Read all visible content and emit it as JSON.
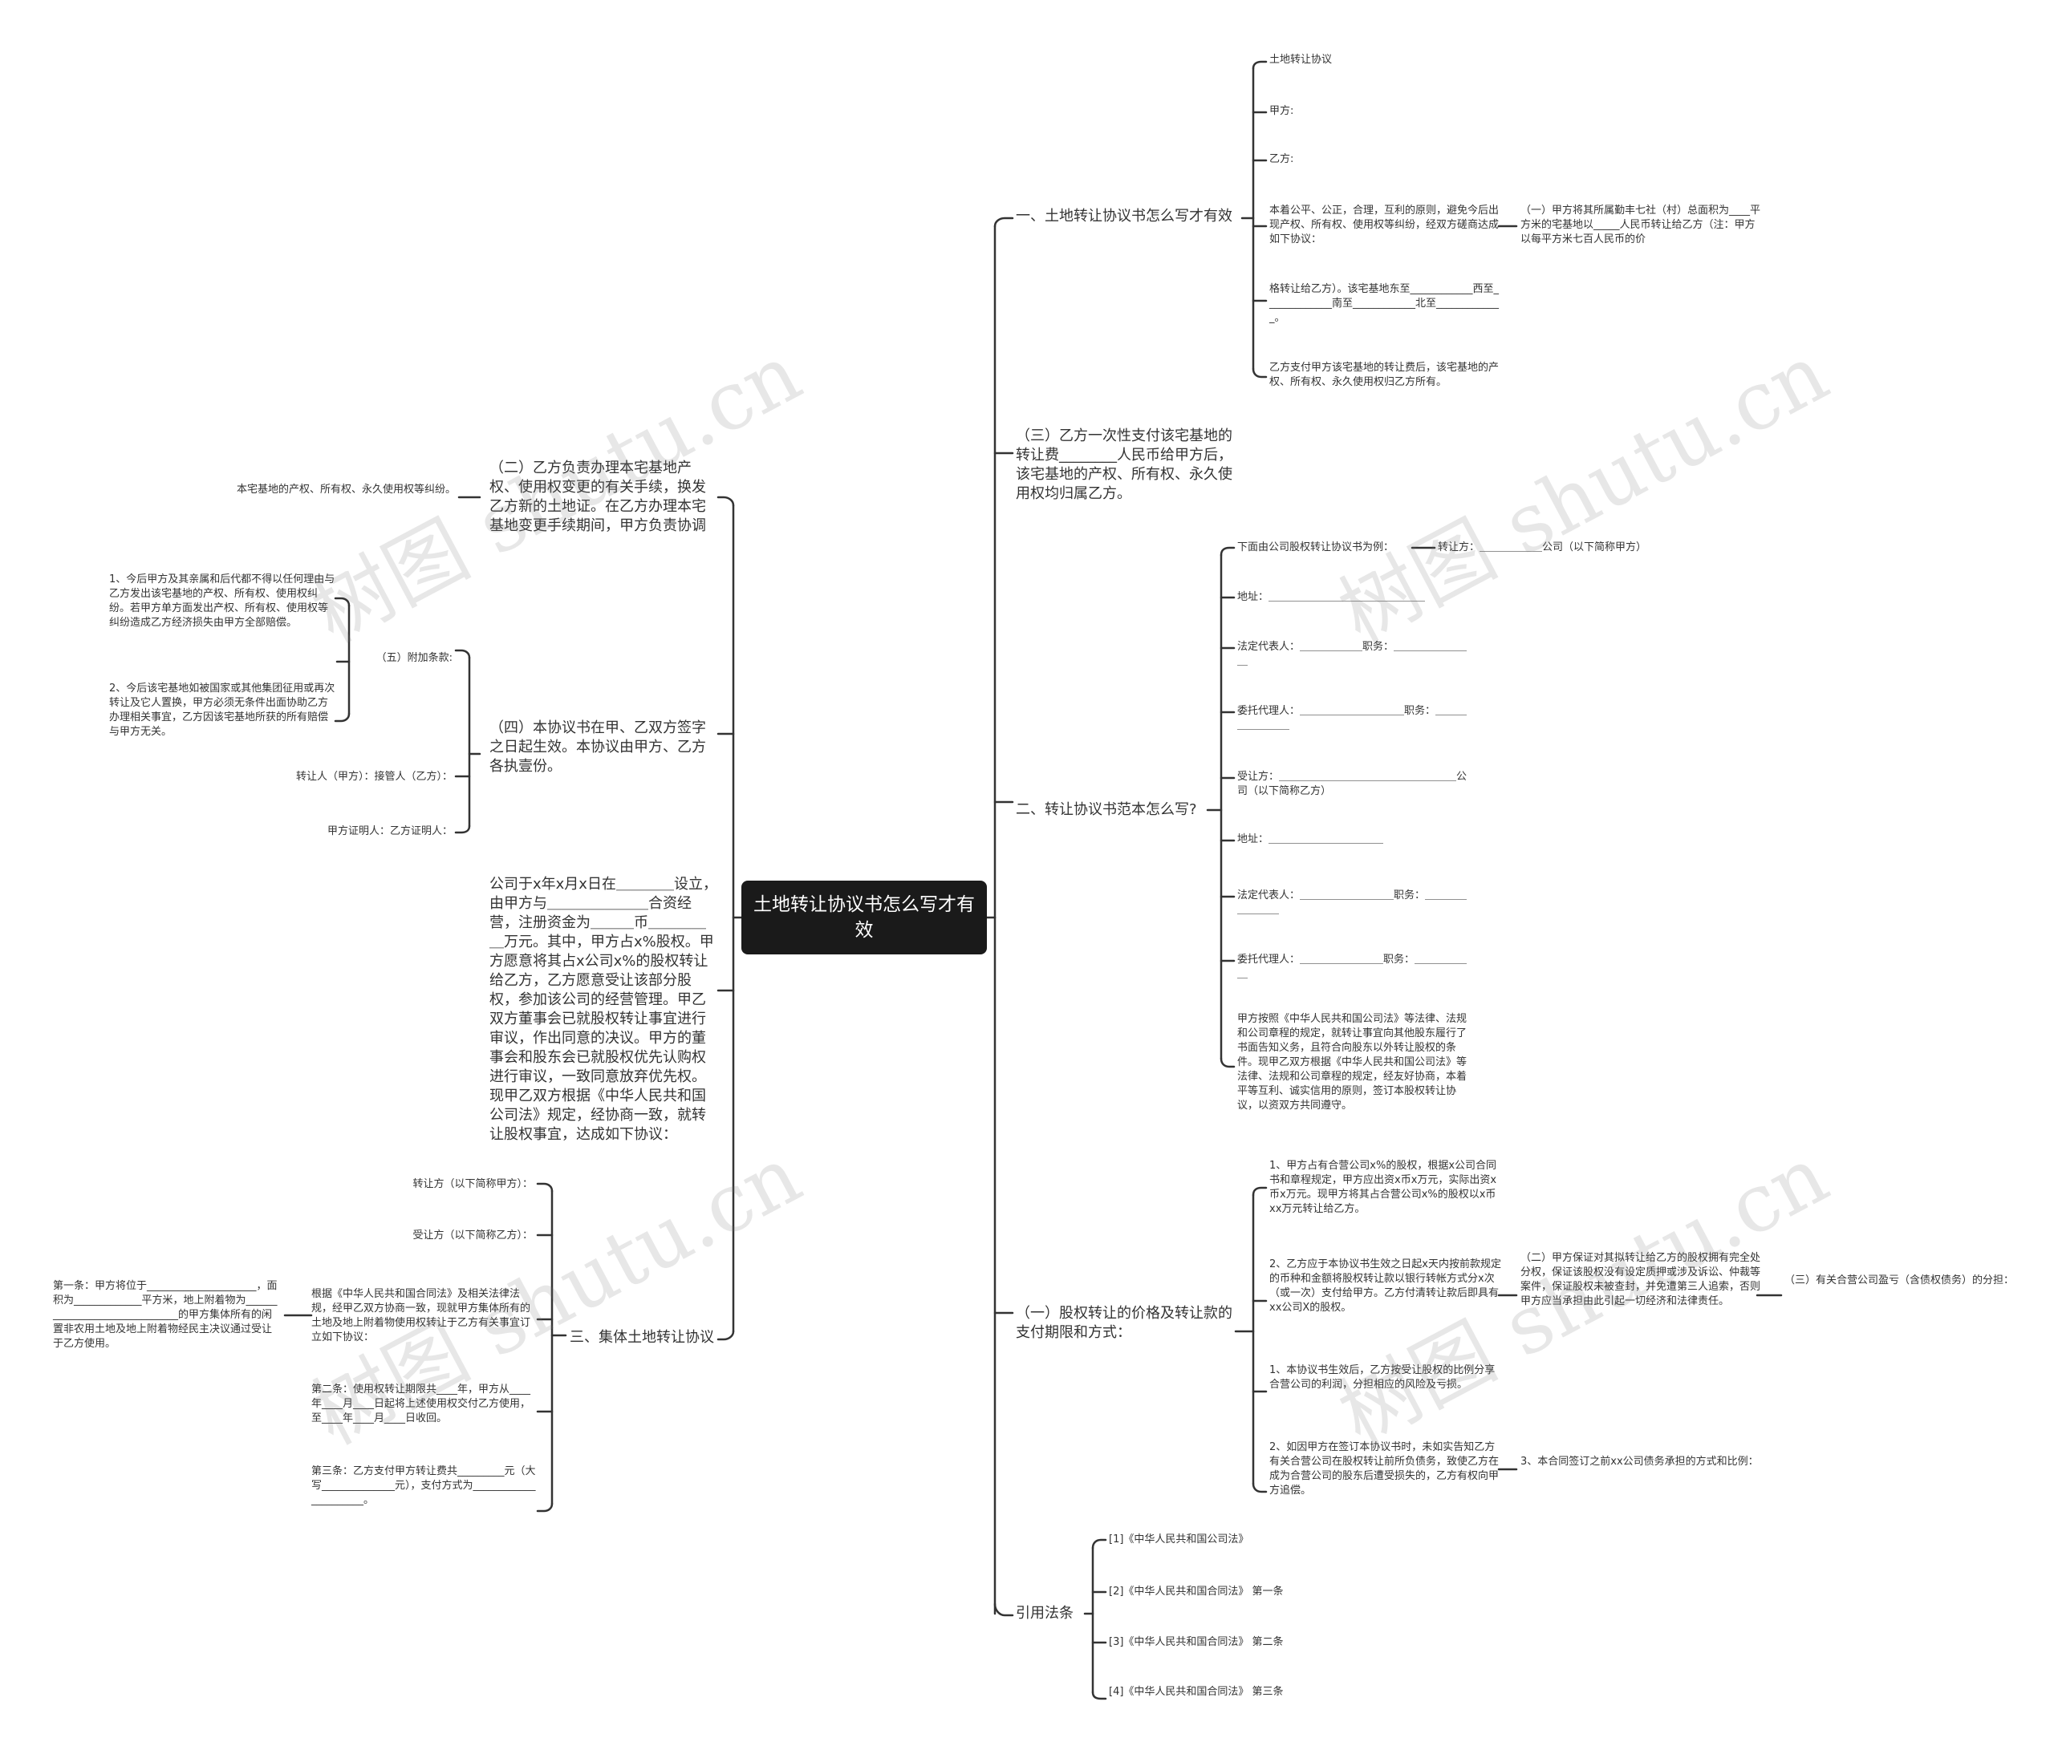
{
  "root": "土地转让协议书怎么写才有效",
  "r1": {
    "title": "一、土地转让协议书怎么写才有效",
    "c1": "土地转让协议",
    "c2": "甲方:",
    "c3": "乙方:",
    "c4": "本着公平、公正，合理，互利的原则，避免今后出现产权、所有权、使用权等纠纷，经双方磋商达成如下协议：",
    "c4a": "（一）甲方将其所属勤丰七社（村）总面积为____平方米的宅基地以_____人民币转让给乙方（注：甲方以每平方米七百人民币的价",
    "c5": "格转让给乙方）。该宅基地东至____________西至_____________南至____________北至_____________。",
    "c6": "乙方支付甲方该宅基地的转让费后，该宅基地的产权、所有权、永久使用权归乙方所有。"
  },
  "r2": "（三）乙方一次性支付该宅基地的转让费________人民币给甲方后，该宅基地的产权、所有权、永久使用权均归属乙方。",
  "r3": {
    "title": "二、转让协议书范本怎么写?",
    "c1": "下面由公司股权转让协议书为例：",
    "c1a": "转让方：＿＿＿＿＿＿公司（以下简称甲方）",
    "c2": "地址：＿＿＿＿＿＿＿＿＿＿＿＿＿＿＿",
    "c3": "法定代表人：＿＿＿＿＿＿职务：＿＿＿＿＿＿＿＿",
    "c4": "委托代理人：＿＿＿＿＿＿＿＿＿＿职务：＿＿＿＿＿＿＿＿",
    "c5": "受让方：＿＿＿＿＿＿＿＿＿＿＿＿＿＿＿＿＿公司（以下简称乙方）",
    "c6": "地址：＿＿＿＿＿＿＿＿＿＿＿",
    "c7": "法定代表人：＿＿＿＿＿＿＿＿＿职务：＿＿＿＿＿＿＿＿",
    "c8": "委托代理人：＿＿＿＿＿＿＿＿职务：＿＿＿＿＿＿",
    "c9": "甲方按照《中华人民共和国公司法》等法律、法规和公司章程的规定，就转让事宜向其他股东履行了书面告知义务，且符合向股东以外转让股权的条件。现甲乙双方根据《中华人民共和国公司法》等法律、法规和公司章程的规定，经友好协商，本着平等互利、诚实信用的原则，签订本股权转让协议，以资双方共同遵守。"
  },
  "r4": {
    "title": "（一）股权转让的价格及转让款的支付期限和方式：",
    "c1": "1、甲方占有合营公司x%的股权，根据x公司合同书和章程规定，甲方应出资x币x万元，实际出资x币x万元。现甲方将其占合营公司x%的股权以x币xx万元转让给乙方。",
    "c2": "2、乙方应于本协议书生效之日起x天内按前款规定的币种和金额将股权转让款以银行转帐方式分x次（或一次）支付给甲方。乙方付清转让款后即具有xx公司X的股权。",
    "c2a": "（二）甲方保证对其拟转让给乙方的股权拥有完全处分权，保证该股权没有设定质押或涉及诉讼、仲裁等案件，保证股权未被查封，并免遭第三人追索，否则甲方应当承担由此引起一切经济和法律责任。",
    "c2b": "（三）有关合营公司盈亏（含债权债务）的分担：",
    "c3": "1、本协议书生效后，乙方按受让股权的比例分享合营公司的利润，分担相应的风险及亏损。",
    "c4": "2、如因甲方在签订本协议书时，未如实告知乙方有关合营公司在股权转让前所负债务，致使乙方在成为合营公司的股东后遭受损失的，乙方有权向甲方追偿。",
    "c4a": "3、本合同签订之前xx公司债务承担的方式和比例："
  },
  "r5": {
    "title": "引用法条",
    "c1": "[1]《中华人民共和国公司法》",
    "c2": "[2]《中华人民共和国合同法》 第一条",
    "c3": "[3]《中华人民共和国合同法》 第二条",
    "c4": "[4]《中华人民共和国合同法》 第三条"
  },
  "l1": {
    "title": "（二）乙方负责办理本宅基地产权、使用权变更的有关手续，换发乙方新的土地证。在乙方办理本宅基地变更手续期间，甲方负责协调",
    "c1": "本宅基地的产权、所有权、永久使用权等纠纷。"
  },
  "l2": {
    "title": "（四）本协议书在甲、乙双方签字之日起生效。本协议由甲方、乙方各执壹份。",
    "c1": "（五）附加条款:",
    "c1a": "1、今后甲方及其亲属和后代都不得以任何理由与乙方发出该宅基地的产权、所有权、使用权纠纷。若甲方单方面发出产权、所有权、使用权等纠纷造成乙方经济损失由甲方全部赔偿。",
    "c1b": "2、今后该宅基地如被国家或其他集团征用或再次转让及它人置换，甲方必须无条件出面协助乙方办理相关事宜，乙方因该宅基地所获的所有赔偿与甲方无关。",
    "c2": "转让人（甲方）：接管人（乙方）：",
    "c3": "甲方证明人：乙方证明人："
  },
  "l3": "公司于x年x月x日在＿＿＿＿设立，由甲方与＿＿＿＿＿＿＿合资经营，注册资金为＿＿＿币＿＿＿＿＿万元。其中，甲方占x%股权。甲方愿意将其占x公司x%的股权转让给乙方，乙方愿意受让该部分股权，参加该公司的经营管理。甲乙双方董事会已就股权转让事宜进行审议，作出同意的决议。甲方的董事会和股东会已就股权优先认购权进行审议，一致同意放弃优先权。现甲乙双方根据《中华人民共和国公司法》规定，经协商一致，就转让股权事宜，达成如下协议：",
  "l4": {
    "title": "三、集体土地转让协议",
    "c1": "转让方（以下简称甲方）：",
    "c2": "受让方（以下简称乙方）：",
    "c3": "根据《中华人民共和国合同法》及相关法律法规，经甲乙双方协商一致，现就甲方集体所有的土地及地上附着物使用权转让于乙方有关事宜订立如下协议：",
    "c3a": "第一条：甲方将位于_____________________，面积为_____________平方米，地上附着物为______________________________的甲方集体所有的闲置非农用土地及地上附着物经民主决议通过受让于乙方使用。",
    "c4": "第二条：使用权转让期限共____年，甲方从____年____月____日起将上述使用权交付乙方使用，至____年____月____日收回。",
    "c5": "第三条：乙方支付甲方转让费共_________元（大写______________元），支付方式为______________________。"
  },
  "watermark": "树图 shutu.cn"
}
